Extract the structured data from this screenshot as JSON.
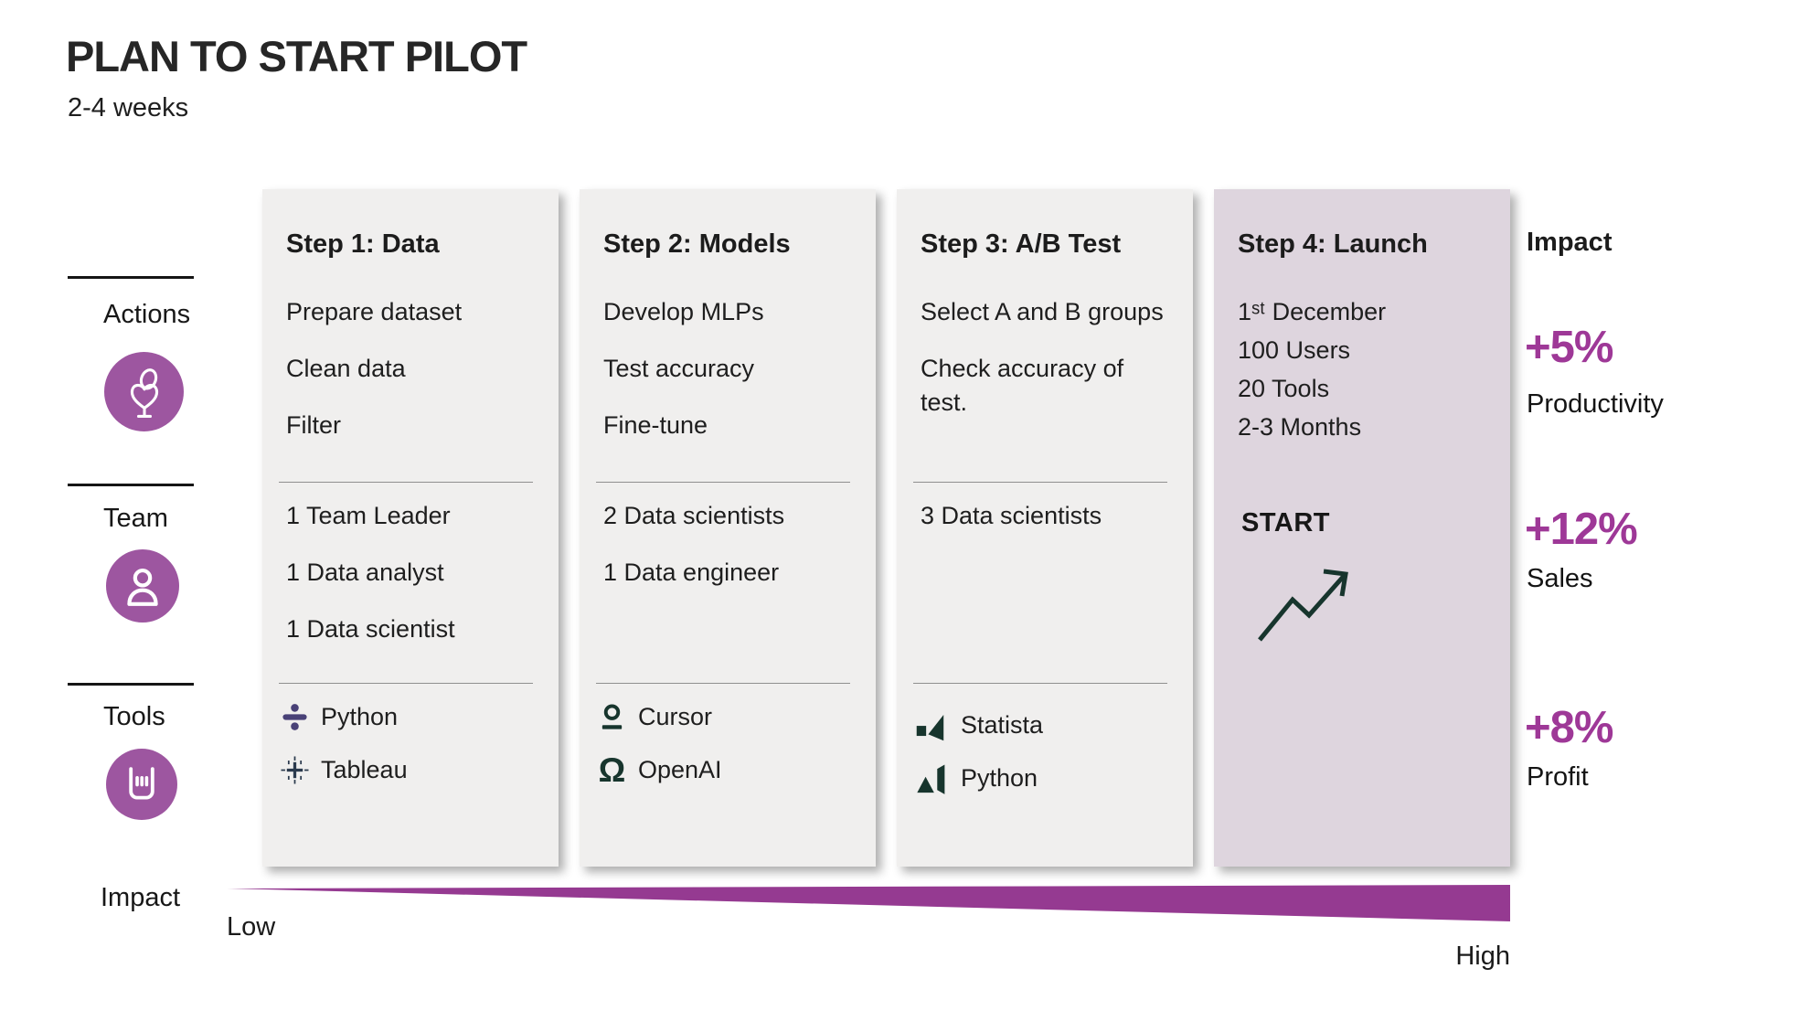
{
  "title": "PLAN TO START PILOT",
  "subtitle": "2-4 weeks",
  "sidebar": {
    "rows": [
      {
        "label": "Actions",
        "icon": "heart-balloon-icon"
      },
      {
        "label": "Team",
        "icon": "person-icon"
      },
      {
        "label": "Tools",
        "icon": "chart-container-icon"
      }
    ],
    "impact_label": "Impact"
  },
  "steps": [
    {
      "title": "Step 1: Data",
      "actions": [
        "Prepare dataset",
        "Clean data",
        "Filter"
      ],
      "team": [
        "1 Team Leader",
        "1 Data analyst",
        "1 Data scientist"
      ],
      "tools": [
        {
          "name": "Python",
          "icon": "python-divide-icon"
        },
        {
          "name": "Tableau",
          "icon": "tableau-icon"
        }
      ]
    },
    {
      "title": "Step 2: Models",
      "actions": [
        "Develop MLPs",
        "Test accuracy",
        "Fine-tune"
      ],
      "team": [
        "2 Data scientists",
        "1 Data engineer"
      ],
      "tools": [
        {
          "name": "Cursor",
          "icon": "cursor-icon"
        },
        {
          "name": "OpenAI",
          "icon": "openai-icon"
        }
      ]
    },
    {
      "title": "Step 3: A/B Test",
      "actions": [
        "Select A and B groups",
        "Check accuracy of test."
      ],
      "team": [
        "3 Data scientists"
      ],
      "tools": [
        {
          "name": "Statista",
          "icon": "statista-icon"
        },
        {
          "name": "Python",
          "icon": "python-chart-icon"
        }
      ]
    },
    {
      "title": "Step 4: Launch",
      "details": [
        "1ˢᵗ December",
        "100 Users",
        "20 Tools",
        "2-3 Months"
      ],
      "start_label": "START",
      "highlighted": true
    }
  ],
  "impact_panel": {
    "header": "Impact",
    "items": [
      {
        "value": "+5%",
        "label": "Productivity"
      },
      {
        "value": "+12%",
        "label": "Sales"
      },
      {
        "value": "+8%",
        "label": "Profit"
      }
    ]
  },
  "impact_scale": {
    "low_label": "Low",
    "high_label": "High"
  },
  "colors": {
    "accent_purple": "#9e3897",
    "wedge_purple": "#953a91",
    "icon_circle_purple": "#9d56a0",
    "dark_icon_green": "#17352d",
    "python_icon_purple": "#494177",
    "tableau_icon_navy": "#2b3a4d",
    "card_bg": "#f0efee",
    "launch_card_bg": "#ded5de"
  }
}
